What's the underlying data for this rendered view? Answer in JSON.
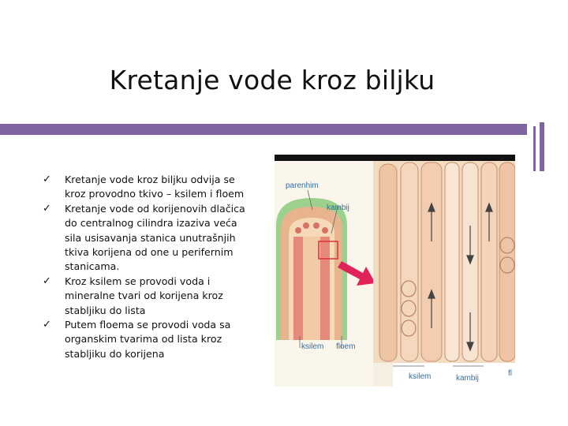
{
  "slide": {
    "title": "Kretanje vode kroz biljku",
    "bullets": [
      "Kretanje vode kroz biljku odvija se kroz provodno tkivo – ksilem i floem",
      "Kretanje vode od korijenovih dlačica do centralnog cilindra izaziva veća sila usisavanja stanica unutrašnjih tkiva korijena od one u perifernim stanicama.",
      "Kroz ksilem se provodi voda i mineralne tvari od korijena kroz stabljiku do lista",
      "Putem floema se provodi voda sa organskim tvarima od lista kroz stabljiku do korijena"
    ],
    "bullet_marker": "✓"
  },
  "figure": {
    "labels": {
      "parenhim": "parenhim",
      "kambij_top": "kambij",
      "ksilem_left": "ksilem",
      "floem_left": "floem",
      "ksilem_bottom": "ksilem",
      "kambij_bottom": "kambij",
      "floem_bottom_partial": "fl"
    }
  },
  "colors": {
    "accent_bar": "#8064a2",
    "figure_label": "#2e6fa8",
    "arrow": "#e0245a"
  }
}
